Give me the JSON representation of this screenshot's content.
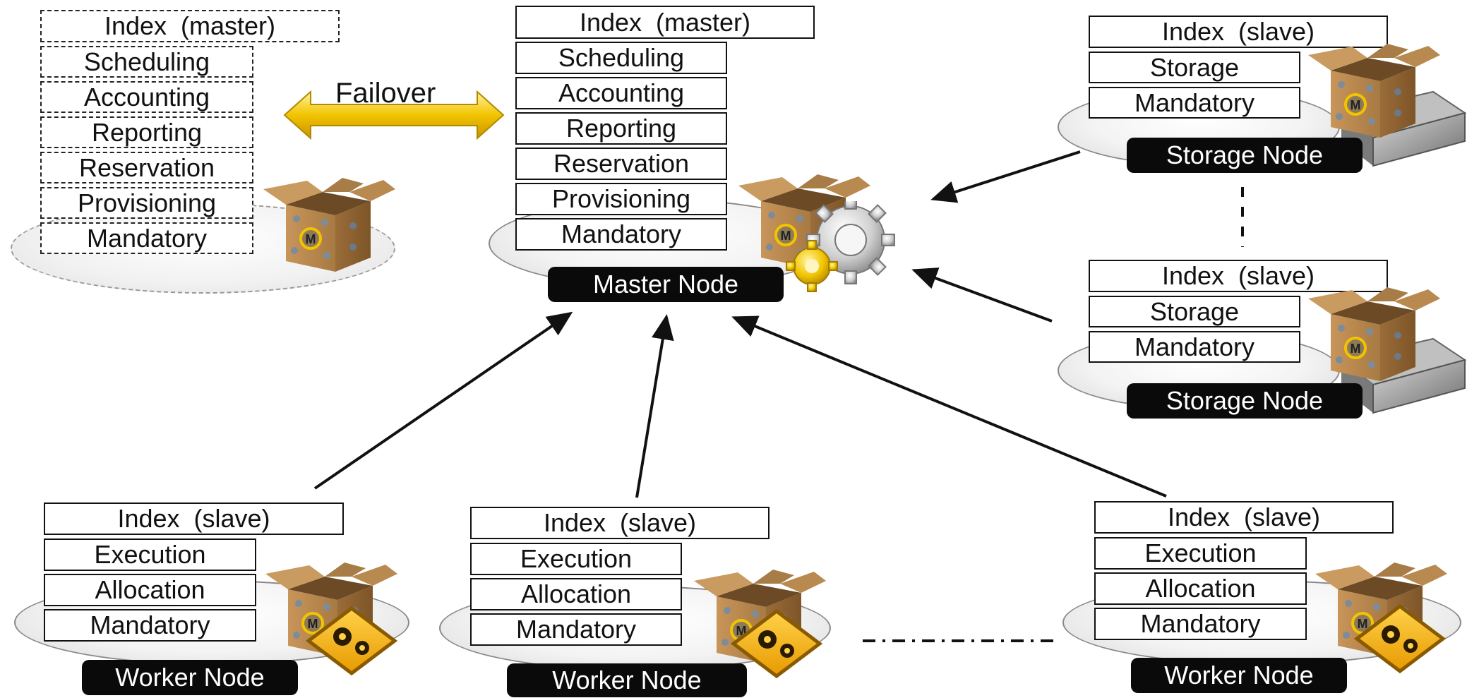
{
  "failover": {
    "label": "Failover"
  },
  "backup_master": {
    "modules": [
      "Index  (master)",
      "Scheduling",
      "Accounting",
      "Reporting",
      "Reservation",
      "Provisioning",
      "Mandatory"
    ]
  },
  "master_node": {
    "label": "Master Node",
    "modules": [
      "Index  (master)",
      "Scheduling",
      "Accounting",
      "Reporting",
      "Reservation",
      "Provisioning",
      "Mandatory"
    ]
  },
  "storage_nodes": [
    {
      "label": "Storage Node",
      "modules": [
        "Index  (slave)",
        "Storage",
        "Mandatory"
      ]
    },
    {
      "label": "Storage Node",
      "modules": [
        "Index  (slave)",
        "Storage",
        "Mandatory"
      ]
    }
  ],
  "worker_nodes": [
    {
      "label": "Worker Node",
      "modules": [
        "Index  (slave)",
        "Execution",
        "Allocation",
        "Mandatory"
      ]
    },
    {
      "label": "Worker Node",
      "modules": [
        "Index  (slave)",
        "Execution",
        "Allocation",
        "Mandatory"
      ]
    },
    {
      "label": "Worker Node",
      "modules": [
        "Index  (slave)",
        "Execution",
        "Allocation",
        "Mandatory"
      ]
    }
  ],
  "icons": {
    "package": "package-icon",
    "gear": "gear-icon",
    "worker_badge": "worker-gears-badge-icon",
    "hard_drive": "hard-drive-icon"
  },
  "colors": {
    "label_bg": "#0a0a0a",
    "arrow_yellow": "#f2c400",
    "box_brown": "#b8874a",
    "badge_orange": "#f0a500"
  }
}
